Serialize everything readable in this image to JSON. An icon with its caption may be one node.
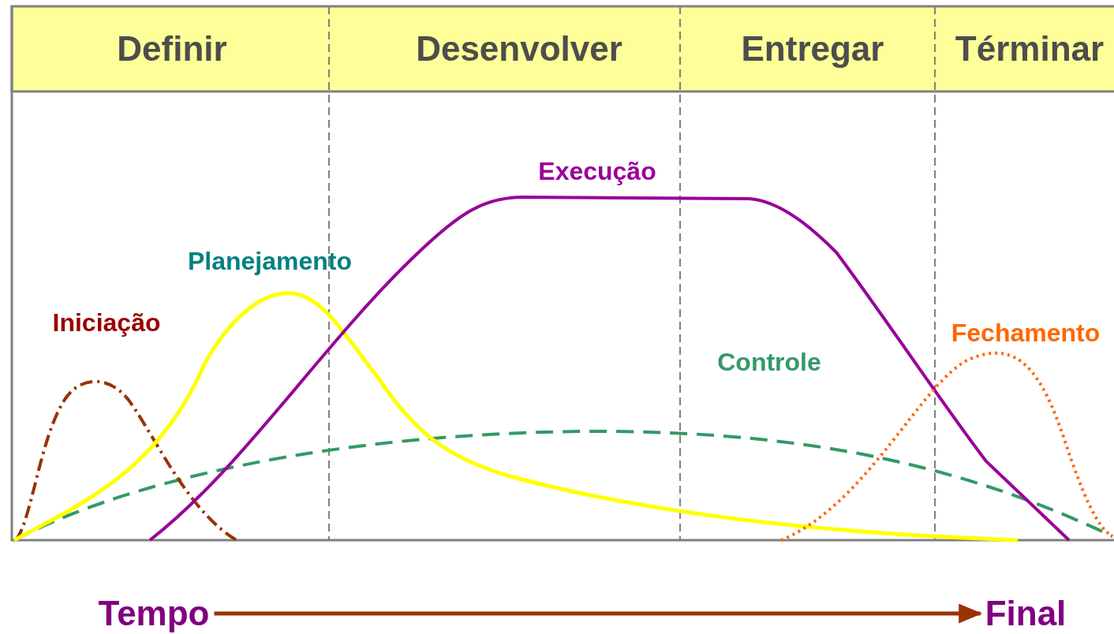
{
  "diagram": {
    "nodes": [
      {
        "text": [
          "Tempo"
        ]
      },
      {
        "text": [
          "Final"
        ]
      }
    ],
    "edges": [
      {
        "from": 0,
        "to": 1,
        "arrow": "to"
      }
    ],
    "labels": [
      "Definir",
      "Desenvolver",
      "Entregar",
      "Términar",
      "Execução",
      "Planejamento",
      "Iniciação",
      "Fechamento",
      "Controle"
    ]
  }
}
